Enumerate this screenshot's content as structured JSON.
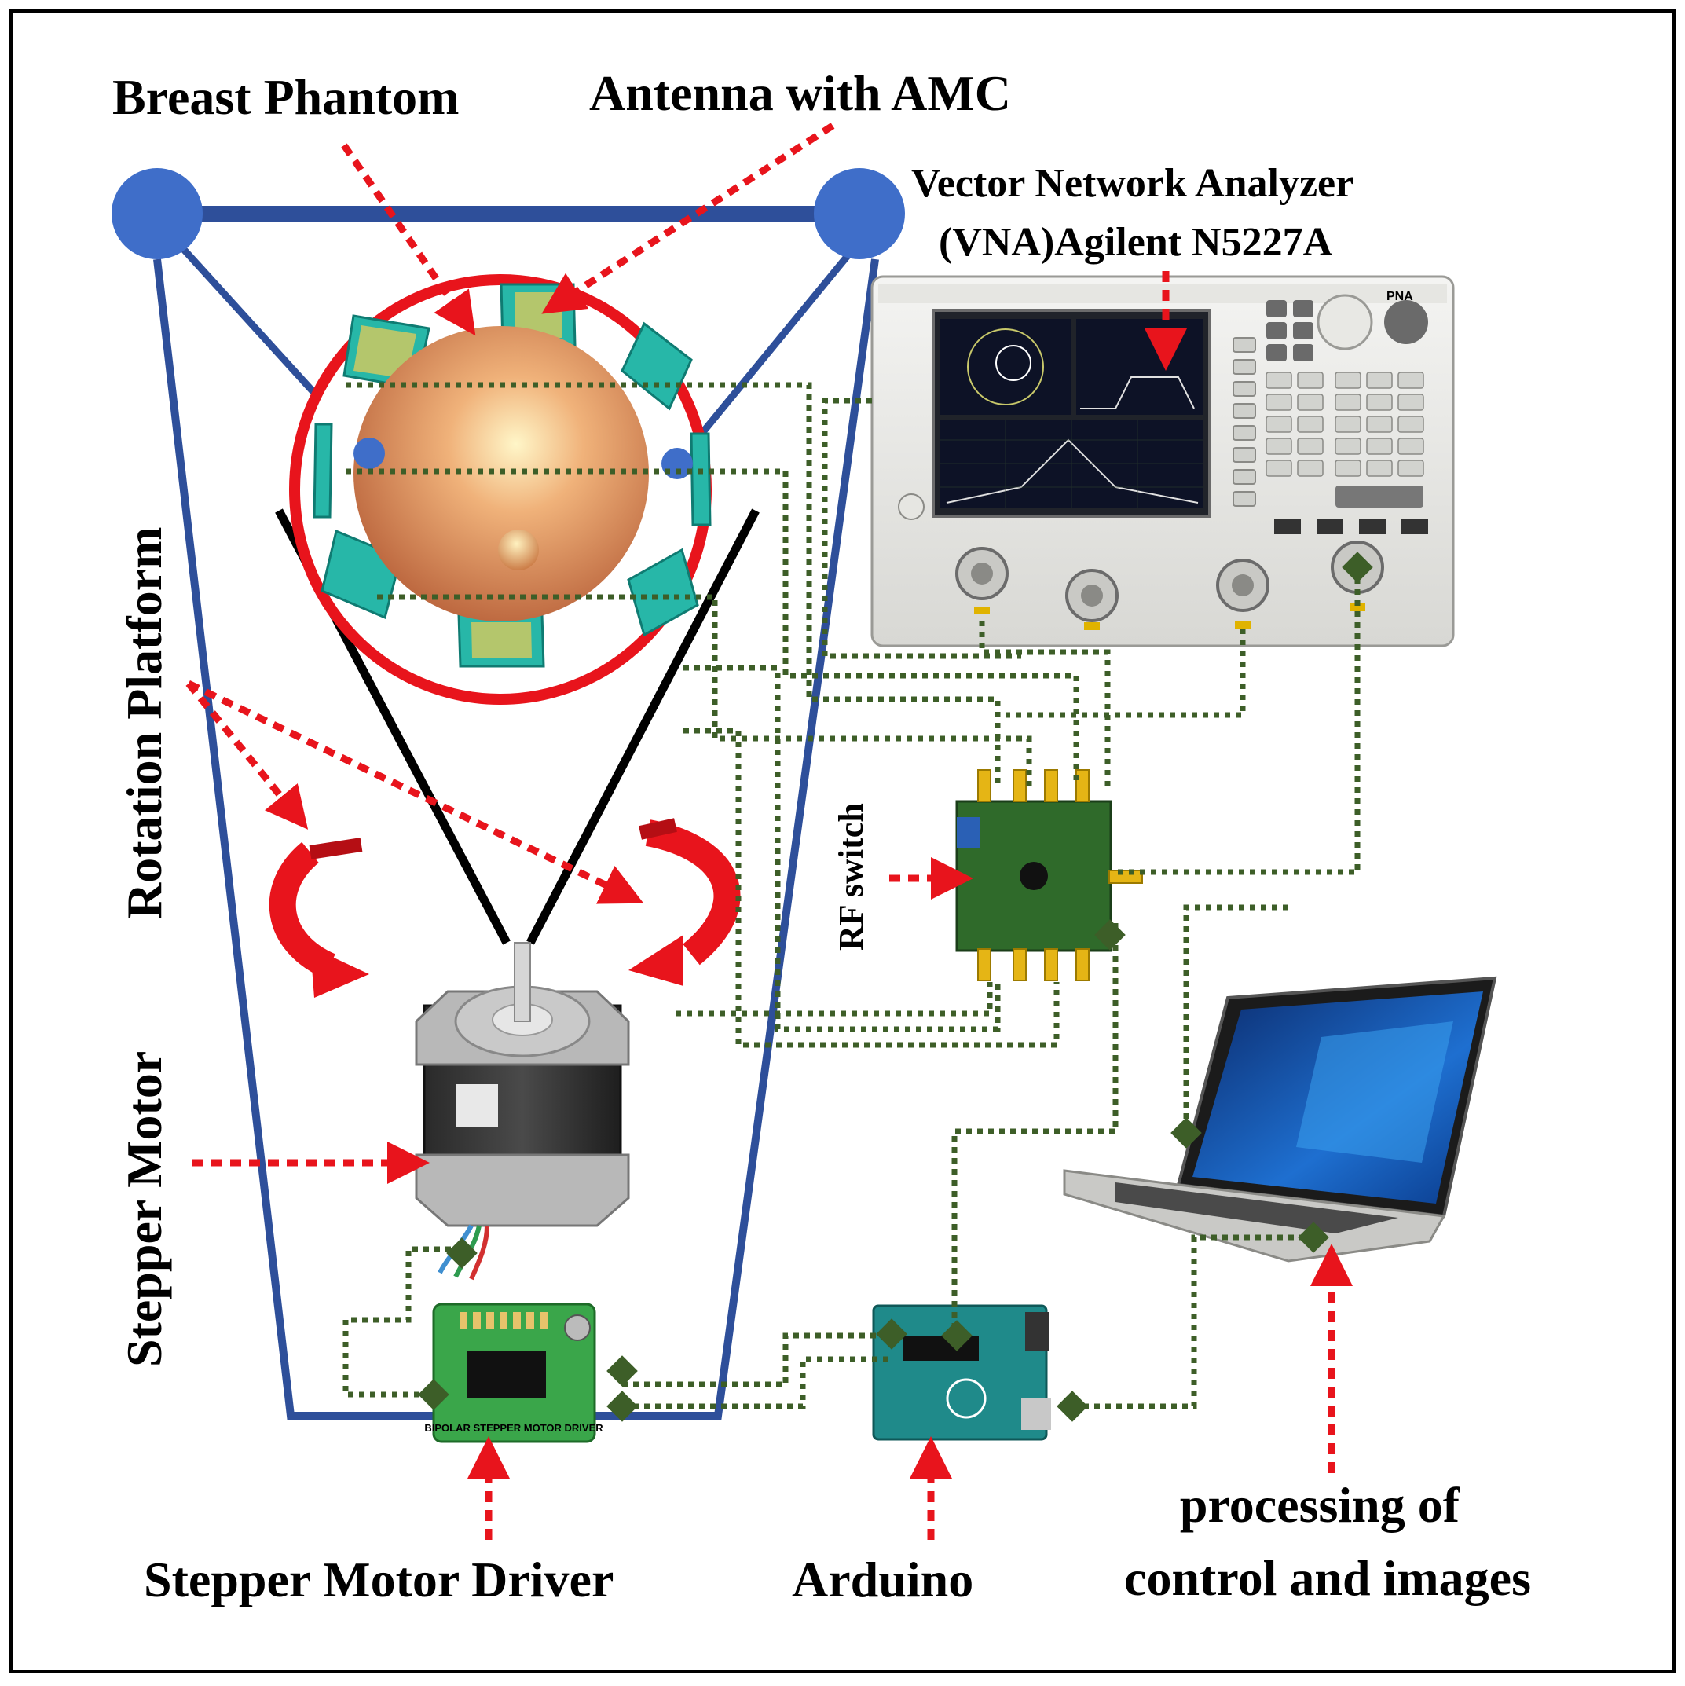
{
  "labels": {
    "breast_phantom": "Breast Phantom",
    "antenna_amc": "Antenna with AMC",
    "vna_line1": "Vector Network Analyzer",
    "vna_line2": "(VNA)Agilent N5227A",
    "rotation_platform": "Rotation Platform",
    "stepper_motor": "Stepper Motor",
    "rf_switch": "RF switch",
    "stepper_motor_driver": "Stepper Motor Driver",
    "arduino": "Arduino",
    "processing_line1": "processing of",
    "processing_line2": "control and images"
  },
  "device_text": {
    "driver_board": "BIPOLAR STEPPER MOTOR DRIVER",
    "vna_brand": "PNA"
  },
  "colors": {
    "frame": "#2e4f9a",
    "arrow_red": "#e8141c",
    "cable_green": "#3d5e28",
    "phantom": "#e09760",
    "ring_red": "#e8141c",
    "antenna_teal": "#27b7a8"
  }
}
